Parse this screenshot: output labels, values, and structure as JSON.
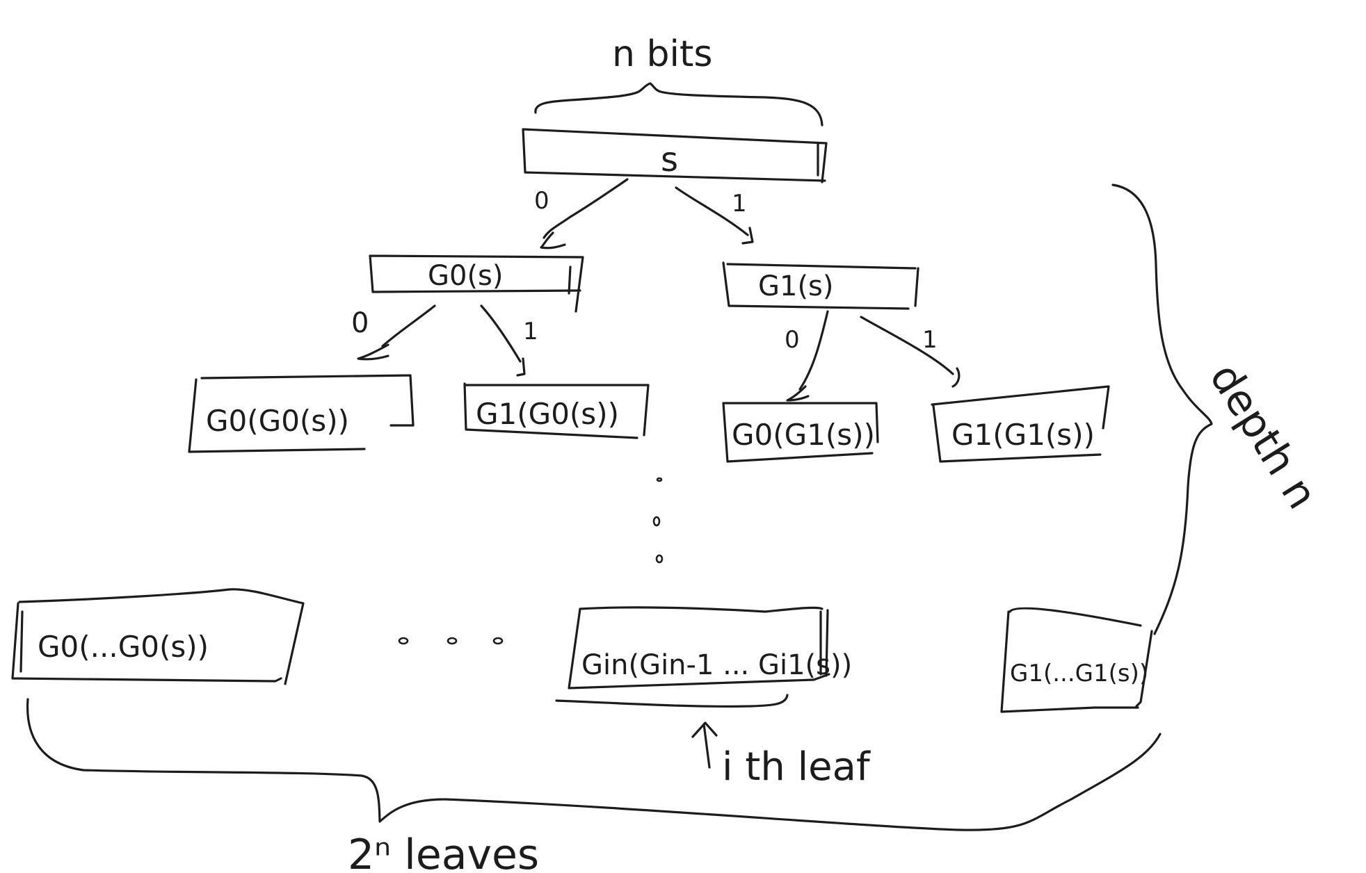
{
  "root": {
    "label": "s",
    "width_annotation": "n bits"
  },
  "level1": [
    {
      "edge_label": "0",
      "label": "G0(s)"
    },
    {
      "edge_label": "1",
      "label": "G1(s)"
    }
  ],
  "level2": [
    {
      "edge_label": "0",
      "label": "G0(G0(s))"
    },
    {
      "edge_label": "1",
      "label": "G1(G0(s))"
    },
    {
      "edge_label": "0",
      "label": "G0(G1(s))"
    },
    {
      "edge_label": "1",
      "label": "G1(G1(s))"
    }
  ],
  "leaves": [
    {
      "label": "G0(...G0(s))"
    },
    {
      "label": "Gin(Gin-1 ... Gi1(s))"
    },
    {
      "label": "G1(...G1(s))"
    }
  ],
  "annotations": {
    "depth": "depth n",
    "leaf_count": "2ⁿ leaves",
    "ith_leaf": "i th leaf"
  }
}
